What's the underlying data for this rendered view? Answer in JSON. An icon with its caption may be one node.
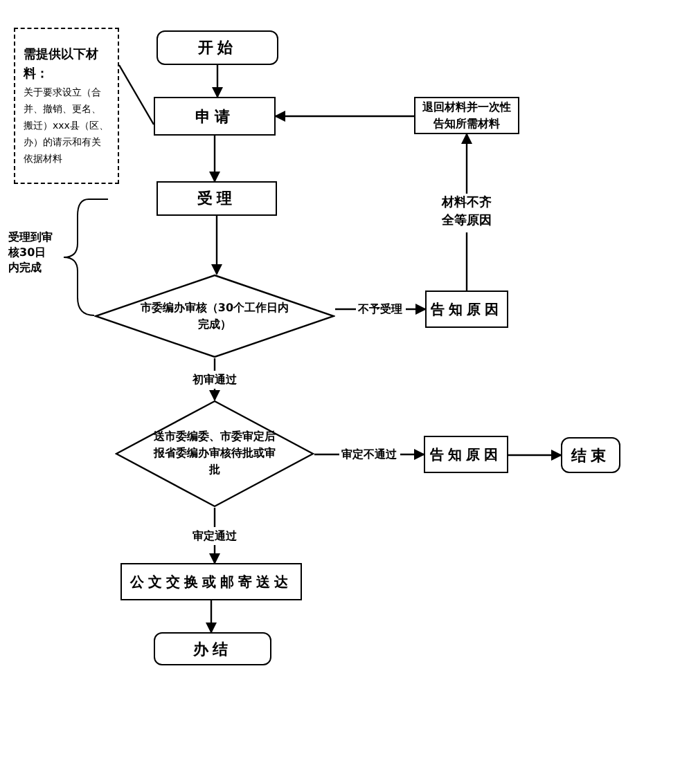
{
  "diagram": {
    "nodes": [
      {
        "text": [
          "需提供以下材料：",
          "关于要求设立（合并、撤销、更名、搬迁）xxx县（区、办）的请示和有关依据材料"
        ]
      },
      {
        "text": [
          "开始"
        ]
      },
      {
        "text": [
          "申请"
        ]
      },
      {
        "text": [
          "受理"
        ]
      },
      {
        "text": [
          "市委编办审核（30个工作日内完成）"
        ]
      },
      {
        "text": [
          "告知原因"
        ]
      },
      {
        "text": [
          "退回材料并一次性告知所需材料"
        ]
      },
      {
        "text": [
          "送市委编委、市委审定后报省委编办审核待批或审批"
        ]
      },
      {
        "text": [
          "告知原因"
        ]
      },
      {
        "text": [
          "结束"
        ]
      },
      {
        "text": [
          "公文交换或邮寄送达"
        ]
      },
      {
        "text": [
          "办结"
        ]
      }
    ],
    "edges": [
      {
        "from": 0,
        "to": 2,
        "arrow": "none"
      },
      {
        "from": 1,
        "to": 2,
        "arrow": "to"
      },
      {
        "from": 2,
        "to": 3,
        "arrow": "to"
      },
      {
        "from": 3,
        "to": 4,
        "arrow": "to"
      },
      {
        "from": 4,
        "to": 5,
        "arrow": "to",
        "label": "不予受理"
      },
      {
        "from": 5,
        "to": 6,
        "arrow": "to",
        "label": "材料不齐全等原因"
      },
      {
        "from": 6,
        "to": 2,
        "arrow": "to"
      },
      {
        "from": 4,
        "to": 7,
        "arrow": "to",
        "label": "初审通过"
      },
      {
        "from": 7,
        "to": 8,
        "arrow": "to",
        "label": "审定不通过"
      },
      {
        "from": 8,
        "to": 9,
        "arrow": "to"
      },
      {
        "from": 7,
        "to": 10,
        "arrow": "to",
        "label": "审定通过"
      },
      {
        "from": 10,
        "to": 11,
        "arrow": "to"
      }
    ],
    "labels": [
      "受理到审核30日内完成"
    ]
  }
}
